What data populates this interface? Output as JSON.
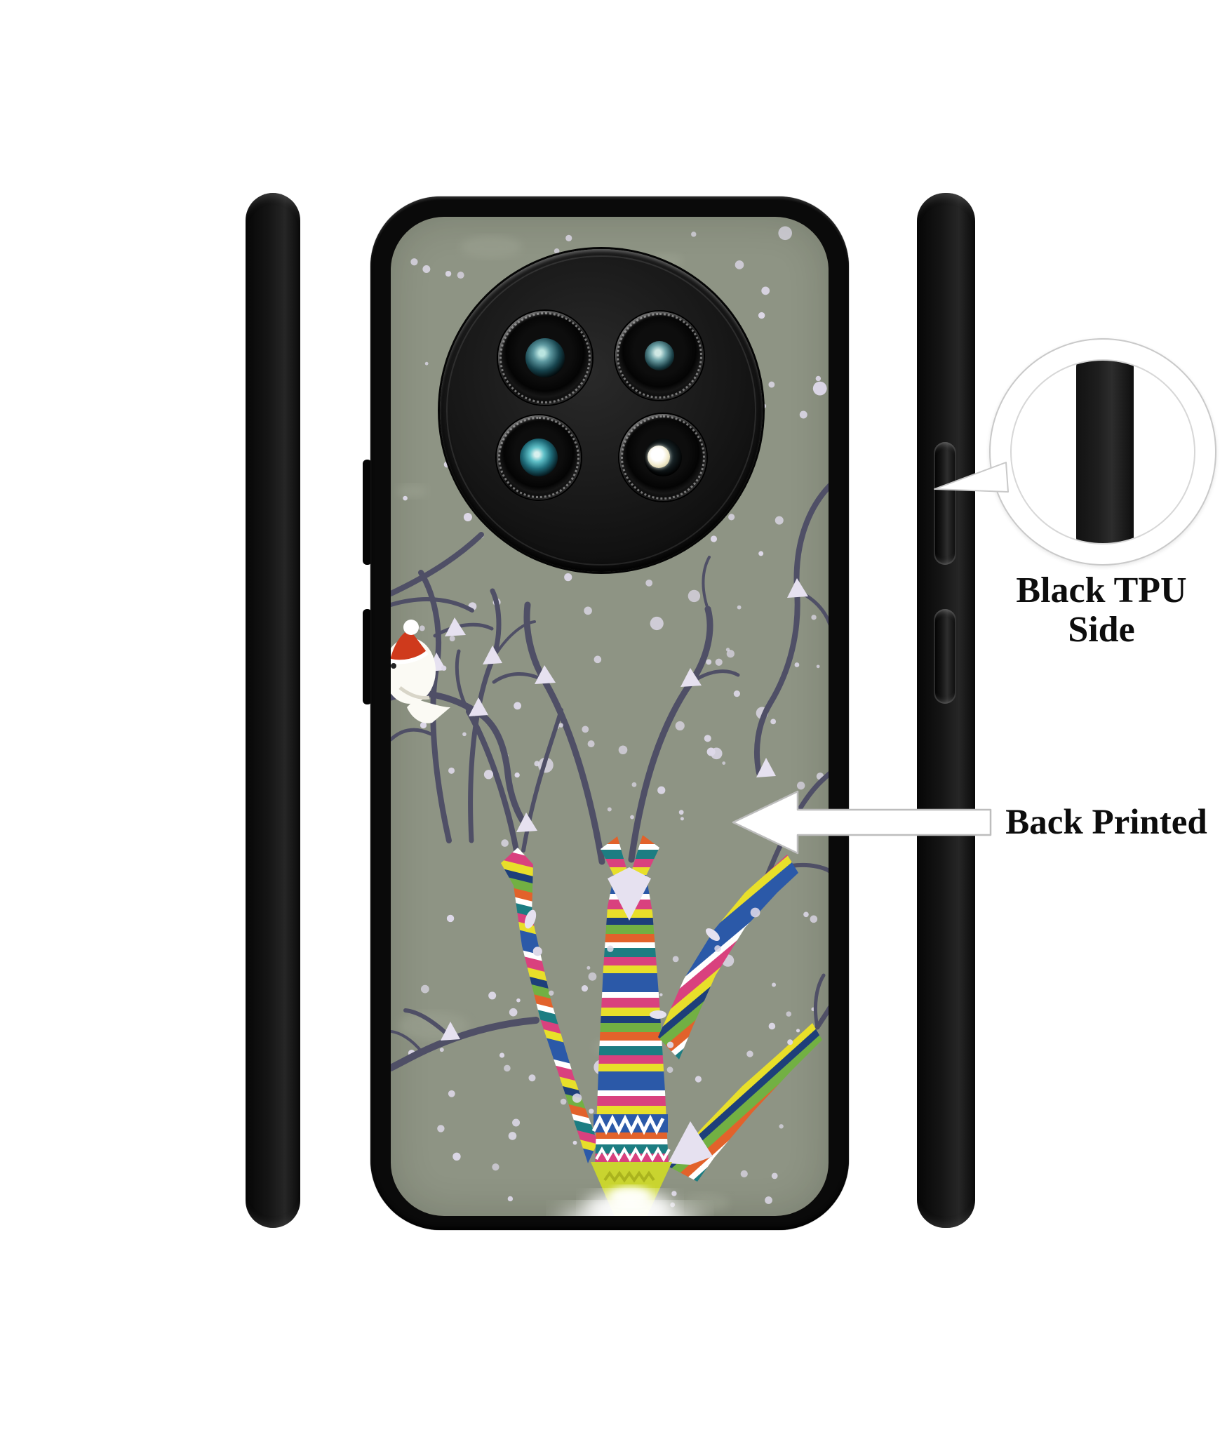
{
  "annotations": {
    "side_label": {
      "line1": "Black TPU",
      "line2": "Side"
    },
    "back_label": "Back Printed"
  },
  "colors": {
    "page_background": "#ffffff",
    "case_black": "#0b0b0b",
    "print_background": "#8e9484",
    "branch": "#4f4f66",
    "snow": "#ddd8e8",
    "snow_cap": "#e6e1f0",
    "label_text": "#0d0d0d",
    "callout_outline": "#c9c9c9",
    "bird_body": "#fbfaf4",
    "bird_hat": "#cf3a1c",
    "trunk_base_glow": "#c9d42f",
    "stripe_palette": [
      "#2b59a8",
      "#ffffff",
      "#d9417e",
      "#e8df2a",
      "#1d3f7a",
      "#72b043",
      "#e2622b",
      "#1c7d82"
    ]
  },
  "artwork": {
    "description_items": [
      "winter-tree-print",
      "striped-colorful-trunk",
      "bird-with-santa-hat",
      "snowfall"
    ]
  }
}
